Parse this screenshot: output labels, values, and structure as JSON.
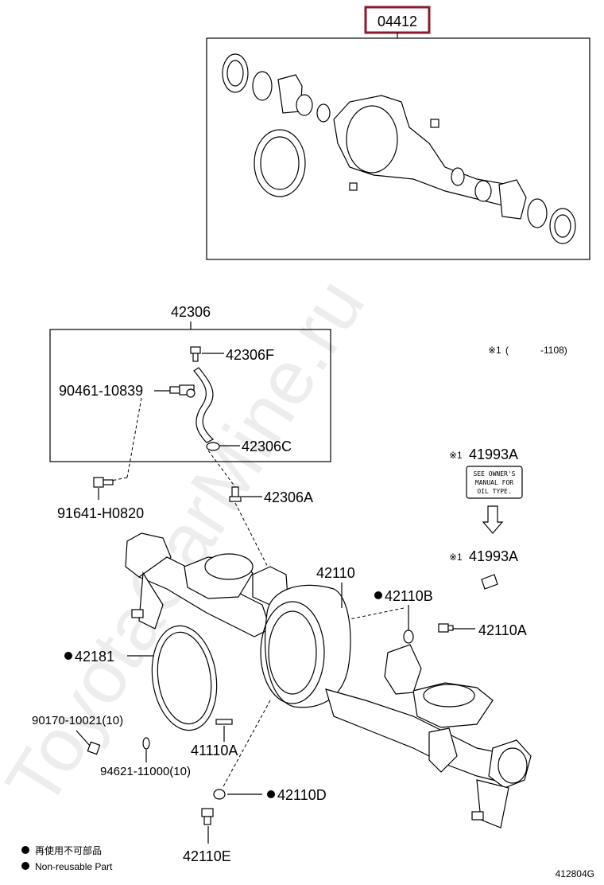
{
  "kit_label": "04412",
  "watermark": "ToyotaCarMine.ru",
  "callouts": {
    "c42306": "42306",
    "c42306F": "42306F",
    "c90461": "90461-10839",
    "c42306C": "42306C",
    "c91641": "91641-H0820",
    "c42306A": "42306A",
    "c41993A_top": "41993A",
    "c41993A_bottom": "41993A",
    "c42110": "42110",
    "c42110B": "42110B",
    "c42110A": "42110A",
    "c42181": "42181",
    "c90170": "90170-10021(10)",
    "c41110A": "41110A",
    "c94621": "94621-11000(10)",
    "c42110D": "42110D",
    "c42110E": "42110E"
  },
  "footnote": {
    "mark": "※1",
    "paren_open": "(",
    "range": "-1108)"
  },
  "ref_mark": "※1",
  "sticker_text": [
    "SEE OWNER'S",
    "MANUAL FOR",
    "OIL TYPE."
  ],
  "legend": {
    "line1": "再使用不可部品",
    "line2": "Non-reusable Part"
  },
  "figure_id": "412804G"
}
